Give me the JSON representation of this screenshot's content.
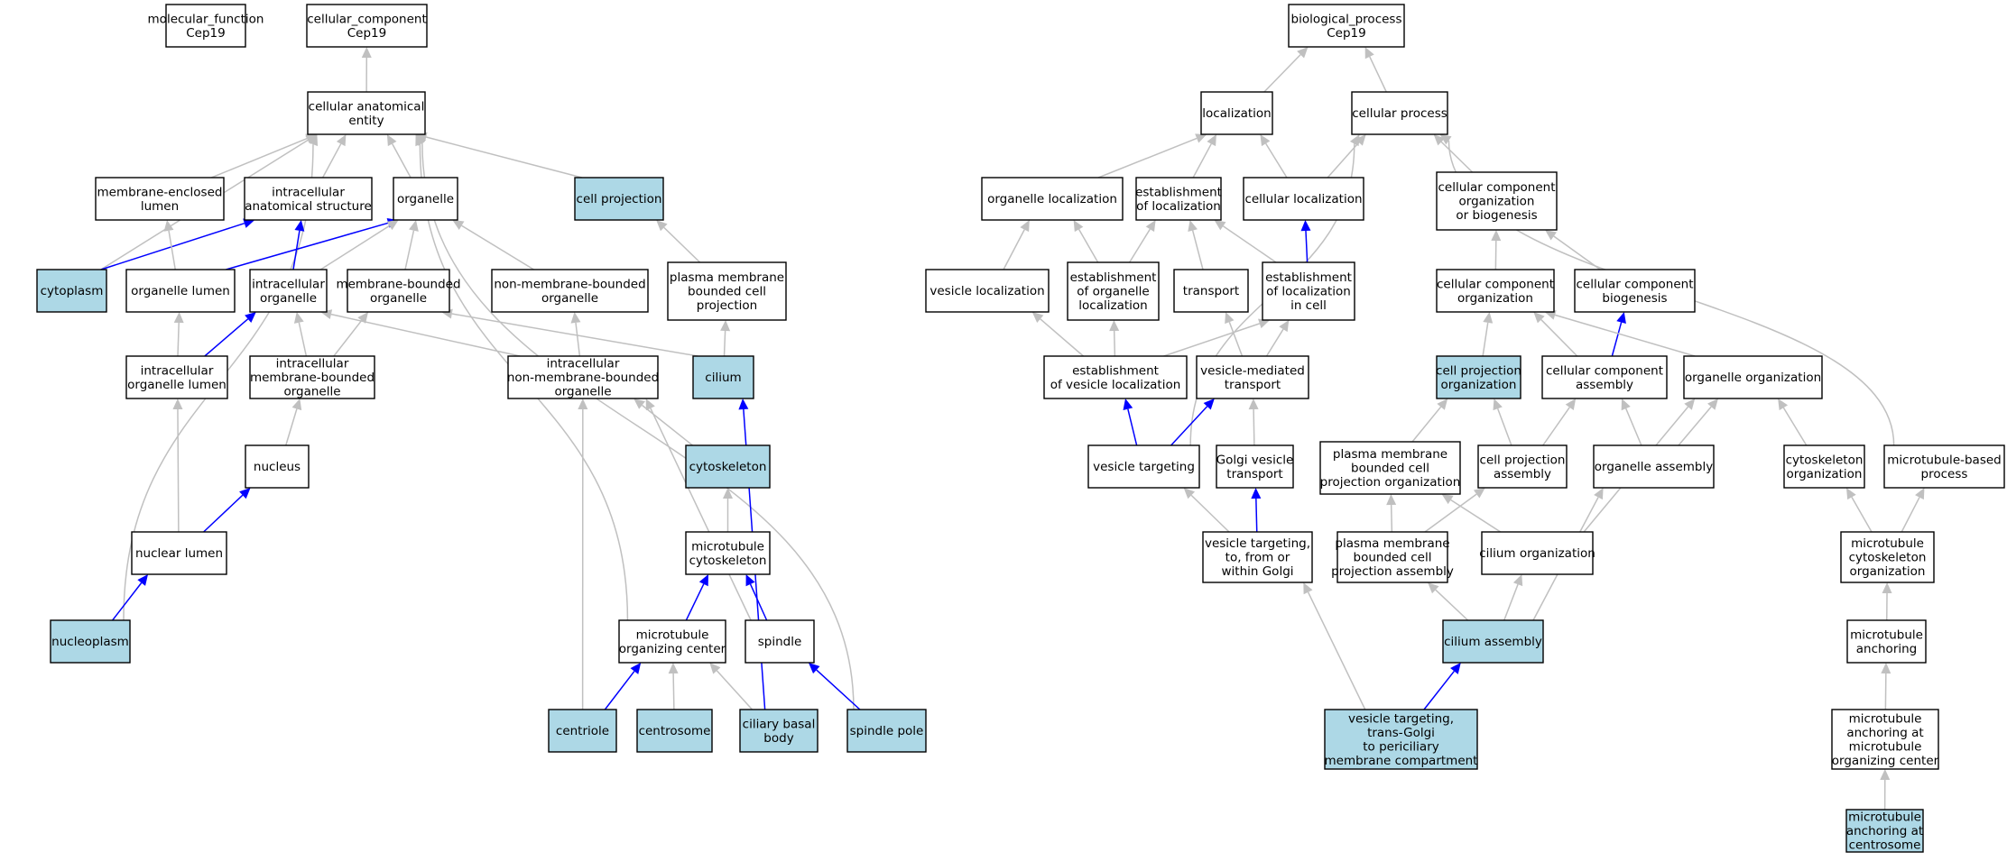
{
  "colors": {
    "highlight": "#add8e6",
    "plain": "#ffffff",
    "edge_gray": "#c0c0c0",
    "edge_blue": "#0000ff",
    "border": "#000000"
  },
  "nodes": {
    "mf": {
      "lines": [
        "molecular_function",
        "Cep19"
      ],
      "hl": false
    },
    "cc": {
      "lines": [
        "cellular_component",
        "Cep19"
      ],
      "hl": false
    },
    "cae": {
      "lines": [
        "cellular anatomical",
        "entity"
      ],
      "hl": false
    },
    "mel": {
      "lines": [
        "membrane-enclosed",
        "lumen"
      ],
      "hl": false
    },
    "ias": {
      "lines": [
        "intracellular",
        "anatomical structure"
      ],
      "hl": false
    },
    "org": {
      "lines": [
        "organelle"
      ],
      "hl": false
    },
    "cp": {
      "lines": [
        "cell projection"
      ],
      "hl": true
    },
    "cyto": {
      "lines": [
        "cytoplasm"
      ],
      "hl": true
    },
    "orgl": {
      "lines": [
        "organelle lumen"
      ],
      "hl": false
    },
    "io": {
      "lines": [
        "intracellular",
        "organelle"
      ],
      "hl": false
    },
    "mbo": {
      "lines": [
        "membrane-bounded",
        "organelle"
      ],
      "hl": false
    },
    "nmbo": {
      "lines": [
        "non-membrane-bounded",
        "organelle"
      ],
      "hl": false
    },
    "pmbcp": {
      "lines": [
        "plasma membrane",
        "bounded cell",
        "projection"
      ],
      "hl": false
    },
    "iol": {
      "lines": [
        "intracellular",
        "organelle lumen"
      ],
      "hl": false
    },
    "imbo": {
      "lines": [
        "intracellular",
        "membrane-bounded",
        "organelle"
      ],
      "hl": false
    },
    "inmbo": {
      "lines": [
        "intracellular",
        "non-membrane-bounded",
        "organelle"
      ],
      "hl": false
    },
    "cilium": {
      "lines": [
        "cilium"
      ],
      "hl": true
    },
    "nucleus": {
      "lines": [
        "nucleus"
      ],
      "hl": false
    },
    "cytosk": {
      "lines": [
        "cytoskeleton"
      ],
      "hl": true
    },
    "mtcs": {
      "lines": [
        "microtubule",
        "cytoskeleton"
      ],
      "hl": false
    },
    "nl": {
      "lines": [
        "nuclear lumen"
      ],
      "hl": false
    },
    "nucleoplasm": {
      "lines": [
        "nucleoplasm"
      ],
      "hl": true
    },
    "mtoc": {
      "lines": [
        "microtubule",
        "organizing center"
      ],
      "hl": false
    },
    "spindle": {
      "lines": [
        "spindle"
      ],
      "hl": false
    },
    "centriole": {
      "lines": [
        "centriole"
      ],
      "hl": true
    },
    "centrosome": {
      "lines": [
        "centrosome"
      ],
      "hl": true
    },
    "cbb": {
      "lines": [
        "ciliary basal",
        "body"
      ],
      "hl": true
    },
    "sp": {
      "lines": [
        "spindle pole"
      ],
      "hl": true
    },
    "bp": {
      "lines": [
        "biological_process",
        "Cep19"
      ],
      "hl": false
    },
    "loc": {
      "lines": [
        "localization"
      ],
      "hl": false
    },
    "cproc": {
      "lines": [
        "cellular process"
      ],
      "hl": false
    },
    "orgloc": {
      "lines": [
        "organelle localization"
      ],
      "hl": false
    },
    "estloc": {
      "lines": [
        "establishment",
        "of localization"
      ],
      "hl": false
    },
    "cellloc": {
      "lines": [
        "cellular localization"
      ],
      "hl": false
    },
    "ccob": {
      "lines": [
        "cellular component",
        "organization",
        "or biogenesis"
      ],
      "hl": false
    },
    "vesloc": {
      "lines": [
        "vesicle localization"
      ],
      "hl": false
    },
    "estorgloc": {
      "lines": [
        "establishment",
        "of organelle",
        "localization"
      ],
      "hl": false
    },
    "transport": {
      "lines": [
        "transport"
      ],
      "hl": false
    },
    "estlocc": {
      "lines": [
        "establishment",
        "of localization",
        "in cell"
      ],
      "hl": false
    },
    "cco": {
      "lines": [
        "cellular component",
        "organization"
      ],
      "hl": false
    },
    "ccb": {
      "lines": [
        "cellular component",
        "biogenesis"
      ],
      "hl": false
    },
    "estvesloc": {
      "lines": [
        "establishment",
        "of vesicle localization"
      ],
      "hl": false
    },
    "vmt": {
      "lines": [
        "vesicle-mediated",
        "transport"
      ],
      "hl": false
    },
    "cpo": {
      "lines": [
        "cell projection",
        "organization"
      ],
      "hl": true
    },
    "cca": {
      "lines": [
        "cellular component",
        "assembly"
      ],
      "hl": false
    },
    "orgo": {
      "lines": [
        "organelle organization"
      ],
      "hl": false
    },
    "vt": {
      "lines": [
        "vesicle targeting"
      ],
      "hl": false
    },
    "gvt": {
      "lines": [
        "Golgi vesicle",
        "transport"
      ],
      "hl": false
    },
    "pmbcpo": {
      "lines": [
        "plasma membrane",
        "bounded cell",
        "projection organization"
      ],
      "hl": false
    },
    "cpa": {
      "lines": [
        "cell projection",
        "assembly"
      ],
      "hl": false
    },
    "oa": {
      "lines": [
        "organelle assembly"
      ],
      "hl": false
    },
    "cso": {
      "lines": [
        "cytoskeleton",
        "organization"
      ],
      "hl": false
    },
    "mtbp": {
      "lines": [
        "microtubule-based",
        "process"
      ],
      "hl": false
    },
    "vtg": {
      "lines": [
        "vesicle targeting,",
        "to, from or",
        "within Golgi"
      ],
      "hl": false
    },
    "pmbcpa": {
      "lines": [
        "plasma membrane",
        "bounded cell",
        "projection assembly"
      ],
      "hl": false
    },
    "cilo": {
      "lines": [
        "cilium organization"
      ],
      "hl": false
    },
    "mtcso": {
      "lines": [
        "microtubule",
        "cytoskeleton",
        "organization"
      ],
      "hl": false
    },
    "ca": {
      "lines": [
        "cilium assembly"
      ],
      "hl": true
    },
    "mta": {
      "lines": [
        "microtubule",
        "anchoring"
      ],
      "hl": false
    },
    "vttg": {
      "lines": [
        "vesicle targeting,",
        "trans-Golgi",
        "to periciliary",
        "membrane compartment"
      ],
      "hl": true
    },
    "mtamtoc": {
      "lines": [
        "microtubule",
        "anchoring at",
        "microtubule",
        "organizing center"
      ],
      "hl": false
    },
    "mtac": {
      "lines": [
        "microtubule",
        "anchoring at",
        "centrosome"
      ],
      "hl": true
    }
  },
  "edges": [
    {
      "from": "cae",
      "to": "cc",
      "type": "is_a"
    },
    {
      "from": "mel",
      "to": "cae",
      "type": "is_a"
    },
    {
      "from": "ias",
      "to": "cae",
      "type": "is_a"
    },
    {
      "from": "org",
      "to": "cae",
      "type": "is_a"
    },
    {
      "from": "cp",
      "to": "cae",
      "type": "is_a"
    },
    {
      "from": "cyto",
      "to": "cae",
      "type": "is_a"
    },
    {
      "from": "nucleoplasm",
      "to": "cae",
      "type": "is_a"
    },
    {
      "from": "mtoc",
      "to": "cae",
      "type": "is_a"
    },
    {
      "from": "sp",
      "to": "cae",
      "type": "is_a"
    },
    {
      "from": "cyto",
      "to": "ias",
      "type": "part_of"
    },
    {
      "from": "orgl",
      "to": "mel",
      "type": "is_a"
    },
    {
      "from": "orgl",
      "to": "org",
      "type": "part_of"
    },
    {
      "from": "io",
      "to": "ias",
      "type": "part_of"
    },
    {
      "from": "io",
      "to": "org",
      "type": "is_a"
    },
    {
      "from": "mbo",
      "to": "org",
      "type": "is_a"
    },
    {
      "from": "nmbo",
      "to": "org",
      "type": "is_a"
    },
    {
      "from": "pmbcp",
      "to": "cp",
      "type": "is_a"
    },
    {
      "from": "iol",
      "to": "orgl",
      "type": "is_a"
    },
    {
      "from": "iol",
      "to": "io",
      "type": "part_of"
    },
    {
      "from": "imbo",
      "to": "io",
      "type": "is_a"
    },
    {
      "from": "imbo",
      "to": "mbo",
      "type": "is_a"
    },
    {
      "from": "inmbo",
      "to": "io",
      "type": "is_a"
    },
    {
      "from": "inmbo",
      "to": "nmbo",
      "type": "is_a"
    },
    {
      "from": "cilium",
      "to": "pmbcp",
      "type": "is_a"
    },
    {
      "from": "cilium",
      "to": "mbo",
      "type": "is_a"
    },
    {
      "from": "nucleus",
      "to": "imbo",
      "type": "is_a"
    },
    {
      "from": "cytosk",
      "to": "inmbo",
      "type": "is_a"
    },
    {
      "from": "mtcs",
      "to": "cytosk",
      "type": "is_a"
    },
    {
      "from": "nl",
      "to": "iol",
      "type": "is_a"
    },
    {
      "from": "nl",
      "to": "nucleus",
      "type": "part_of"
    },
    {
      "from": "nucleoplasm",
      "to": "nl",
      "type": "part_of"
    },
    {
      "from": "mtoc",
      "to": "mtcs",
      "type": "part_of"
    },
    {
      "from": "spindle",
      "to": "mtcs",
      "type": "part_of"
    },
    {
      "from": "spindle",
      "to": "inmbo",
      "type": "is_a"
    },
    {
      "from": "centriole",
      "to": "mtoc",
      "type": "part_of"
    },
    {
      "from": "centriole",
      "to": "inmbo",
      "type": "is_a"
    },
    {
      "from": "centrosome",
      "to": "mtoc",
      "type": "is_a"
    },
    {
      "from": "cbb",
      "to": "mtoc",
      "type": "is_a"
    },
    {
      "from": "cbb",
      "to": "cilium",
      "type": "part_of"
    },
    {
      "from": "sp",
      "to": "spindle",
      "type": "part_of"
    },
    {
      "from": "loc",
      "to": "bp",
      "type": "is_a"
    },
    {
      "from": "cproc",
      "to": "bp",
      "type": "is_a"
    },
    {
      "from": "orgloc",
      "to": "loc",
      "type": "is_a"
    },
    {
      "from": "estloc",
      "to": "loc",
      "type": "is_a"
    },
    {
      "from": "cellloc",
      "to": "loc",
      "type": "is_a"
    },
    {
      "from": "cellloc",
      "to": "cproc",
      "type": "is_a"
    },
    {
      "from": "ccob",
      "to": "cproc",
      "type": "is_a"
    },
    {
      "from": "mtbp",
      "to": "cproc",
      "type": "is_a"
    },
    {
      "from": "vt",
      "to": "cproc",
      "type": "is_a"
    },
    {
      "from": "vesloc",
      "to": "orgloc",
      "type": "is_a"
    },
    {
      "from": "estorgloc",
      "to": "orgloc",
      "type": "is_a"
    },
    {
      "from": "estorgloc",
      "to": "estloc",
      "type": "is_a"
    },
    {
      "from": "transport",
      "to": "estloc",
      "type": "is_a"
    },
    {
      "from": "estlocc",
      "to": "estloc",
      "type": "is_a"
    },
    {
      "from": "estlocc",
      "to": "cellloc",
      "type": "part_of"
    },
    {
      "from": "cco",
      "to": "ccob",
      "type": "is_a"
    },
    {
      "from": "ccb",
      "to": "ccob",
      "type": "is_a"
    },
    {
      "from": "estvesloc",
      "to": "vesloc",
      "type": "is_a"
    },
    {
      "from": "estvesloc",
      "to": "estorgloc",
      "type": "is_a"
    },
    {
      "from": "estvesloc",
      "to": "estlocc",
      "type": "is_a"
    },
    {
      "from": "vmt",
      "to": "transport",
      "type": "is_a"
    },
    {
      "from": "vmt",
      "to": "estlocc",
      "type": "is_a"
    },
    {
      "from": "cpo",
      "to": "cco",
      "type": "is_a"
    },
    {
      "from": "cca",
      "to": "cco",
      "type": "is_a"
    },
    {
      "from": "cca",
      "to": "ccb",
      "type": "part_of"
    },
    {
      "from": "orgo",
      "to": "cco",
      "type": "is_a"
    },
    {
      "from": "vt",
      "to": "estvesloc",
      "type": "part_of"
    },
    {
      "from": "vt",
      "to": "vmt",
      "type": "part_of"
    },
    {
      "from": "gvt",
      "to": "vmt",
      "type": "is_a"
    },
    {
      "from": "pmbcpo",
      "to": "cpo",
      "type": "is_a"
    },
    {
      "from": "cpa",
      "to": "cpo",
      "type": "is_a"
    },
    {
      "from": "cpa",
      "to": "cca",
      "type": "is_a"
    },
    {
      "from": "oa",
      "to": "cca",
      "type": "is_a"
    },
    {
      "from": "oa",
      "to": "orgo",
      "type": "is_a"
    },
    {
      "from": "cso",
      "to": "orgo",
      "type": "is_a"
    },
    {
      "from": "vtg",
      "to": "vt",
      "type": "is_a"
    },
    {
      "from": "vtg",
      "to": "gvt",
      "type": "part_of"
    },
    {
      "from": "pmbcpa",
      "to": "pmbcpo",
      "type": "is_a"
    },
    {
      "from": "pmbcpa",
      "to": "cpa",
      "type": "is_a"
    },
    {
      "from": "cilo",
      "to": "pmbcpo",
      "type": "is_a"
    },
    {
      "from": "cilo",
      "to": "orgo",
      "type": "is_a"
    },
    {
      "from": "mtcso",
      "to": "cso",
      "type": "is_a"
    },
    {
      "from": "mtcso",
      "to": "mtbp",
      "type": "is_a"
    },
    {
      "from": "ca",
      "to": "pmbcpa",
      "type": "is_a"
    },
    {
      "from": "ca",
      "to": "cilo",
      "type": "is_a"
    },
    {
      "from": "ca",
      "to": "oa",
      "type": "is_a"
    },
    {
      "from": "mta",
      "to": "mtcso",
      "type": "is_a"
    },
    {
      "from": "vttg",
      "to": "vtg",
      "type": "is_a"
    },
    {
      "from": "vttg",
      "to": "ca",
      "type": "part_of"
    },
    {
      "from": "mtamtoc",
      "to": "mta",
      "type": "is_a"
    },
    {
      "from": "mtac",
      "to": "mtamtoc",
      "type": "is_a"
    }
  ]
}
